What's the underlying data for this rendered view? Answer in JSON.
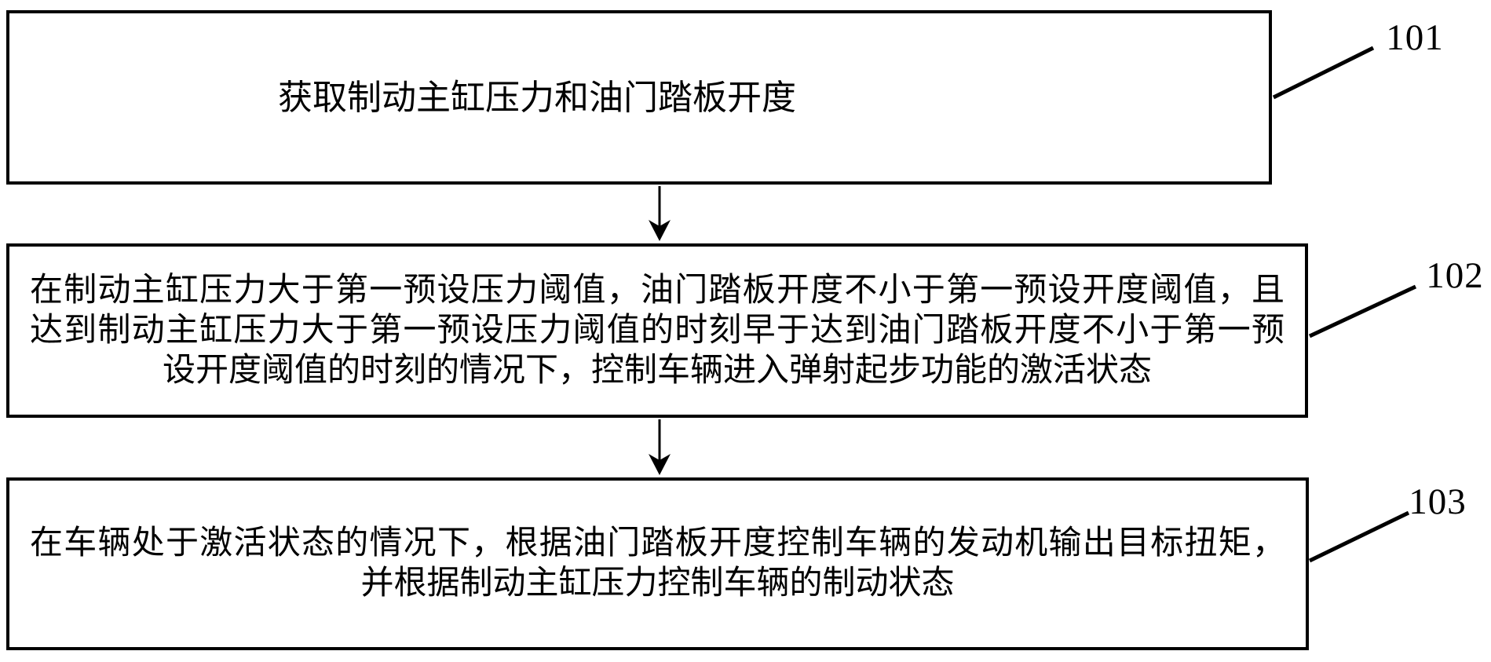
{
  "figure": {
    "type": "flowchart",
    "background_color": "#ffffff",
    "line_color": "#000000",
    "connectors": {
      "arrow_1": "down-arrow",
      "arrow_2": "down-arrow",
      "leader_101": "diagonal-line",
      "leader_102": "diagonal-line",
      "leader_103": "diagonal-line"
    },
    "boxes": [
      {
        "ref": "101",
        "lines": [
          "获取制动主缸压力和油门踏板开度"
        ]
      },
      {
        "ref": "102",
        "lines": [
          "在制动主缸压力大于第一预设压力阈值，油门踏板开度不小于第一预设开度阈值，且",
          "达到制动主缸压力大于第一预设压力阈值的时刻早于达到油门踏板开度不小于第一预",
          "设开度阈值的时刻的情况下，控制车辆进入弹射起步功能的激活状态"
        ]
      },
      {
        "ref": "103",
        "lines": [
          "在车辆处于激活状态的情况下，根据油门踏板开度控制车辆的发动机输出目标扭矩，",
          "并根据制动主缸压力控制车辆的制动状态"
        ]
      }
    ]
  }
}
